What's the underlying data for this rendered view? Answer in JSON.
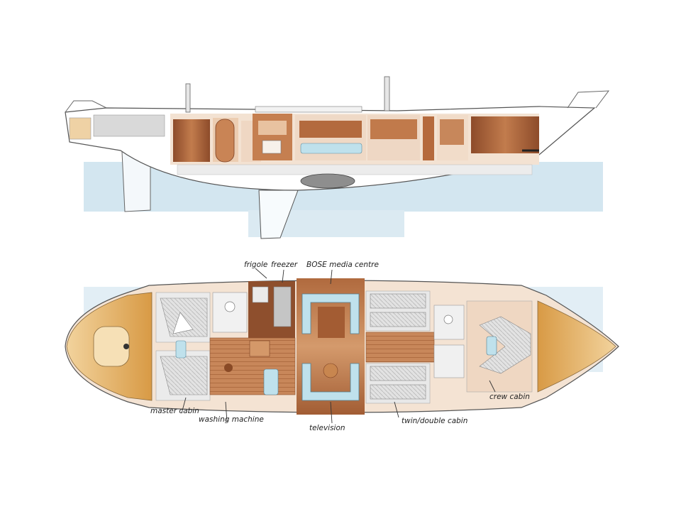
{
  "labels": {
    "frigoboat": "frigole",
    "freezer": "freezer",
    "media": "BOSE media centre",
    "master": "master cabin",
    "washing": "washing machine",
    "television": "television",
    "twin": "twin/double cabin",
    "crew": "crew cabin"
  },
  "colors": {
    "water": "#cfe3ee",
    "wood_dark": "#9a5632",
    "wood_mid": "#c07a4c",
    "wood_light": "#e9c8ad",
    "cream": "#f3ddc7",
    "cushion": "#bfe1ec",
    "deck_gold": "#e8b872",
    "bedding": "#d7d7d7"
  }
}
